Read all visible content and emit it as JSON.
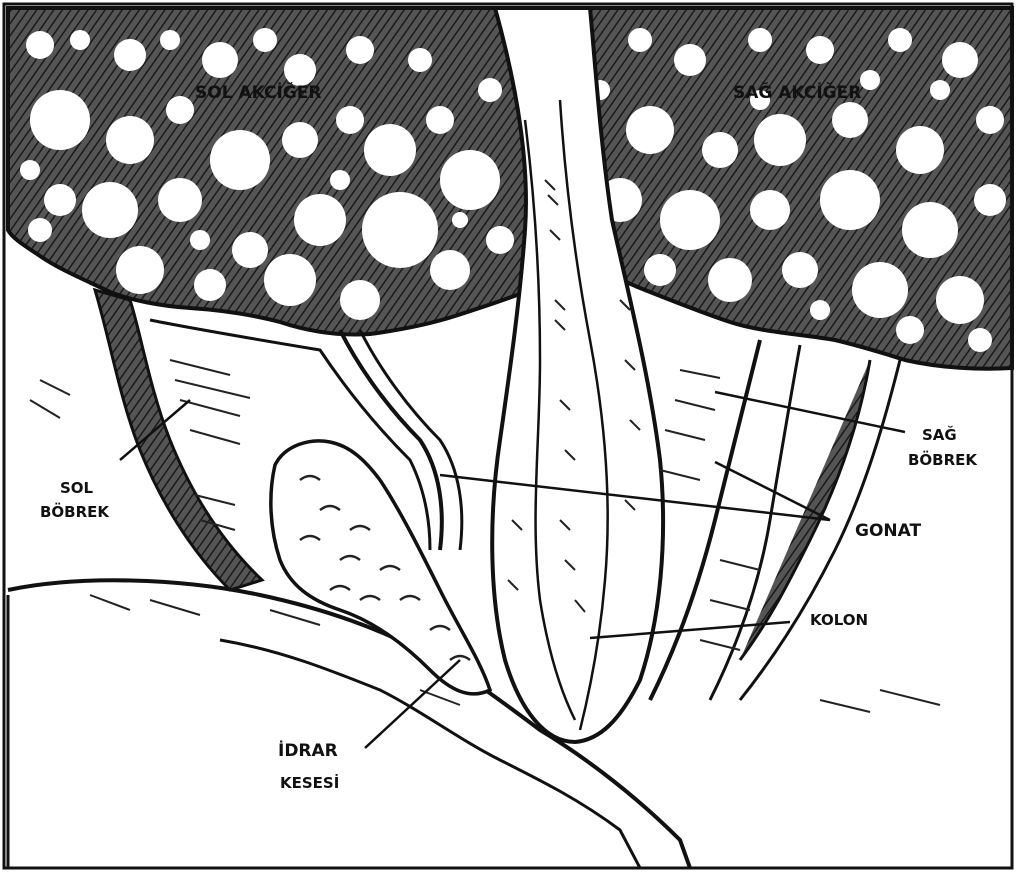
{
  "labels": {
    "left_lung": "SOL AKCİĞER",
    "right_lung": "SAĞ AKCİĞER",
    "left_kidney_1": "SOL",
    "left_kidney_2": "BÖBREK",
    "right_kidney_1": "SAĞ",
    "right_kidney_2": "BÖBREK",
    "gonad": "GONAT",
    "colon": "KOLON",
    "bladder_1": "İDRAR",
    "bladder_2": "KESESİ"
  },
  "colors": {
    "ink": "#111111",
    "hatch": "#2a2a2a",
    "paper": "#ffffff",
    "lung_fill": "#3a3a3a"
  }
}
